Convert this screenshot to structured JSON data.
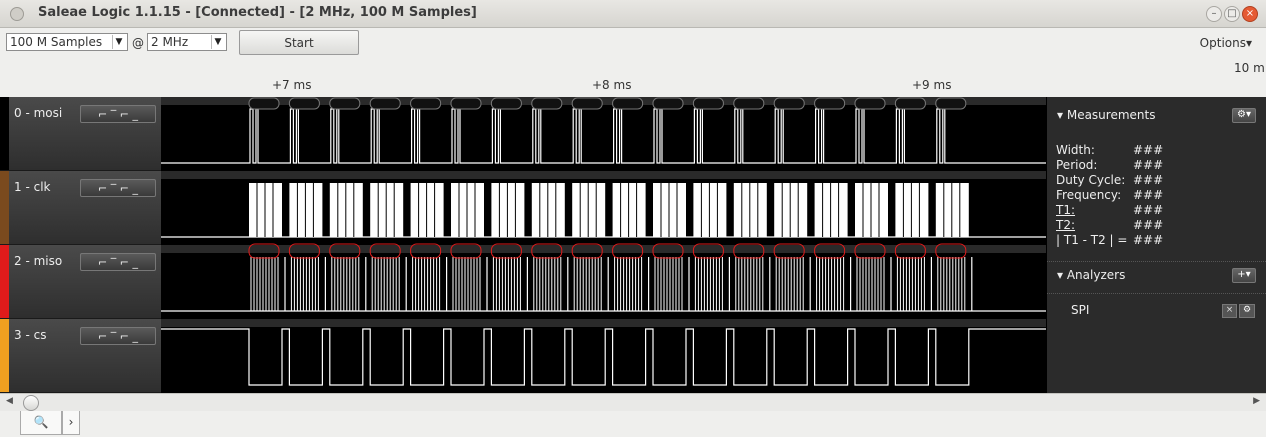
{
  "window": {
    "title": "Saleae Logic 1.1.15 - [Connected] - [2 MHz, 100 M Samples]",
    "buttons": [
      "–",
      "□",
      "×"
    ]
  },
  "toolbar": {
    "samples_value": "100 M Samples",
    "at": "@",
    "rate_value": "2 MHz",
    "start_label": "Start",
    "options_label": "Options▾"
  },
  "timescale": {
    "labels": [
      "+7 ms",
      "+8 ms",
      "+9 ms"
    ],
    "right_label": "10 m"
  },
  "channels": [
    {
      "name": "0 - mosi",
      "color": "#000000"
    },
    {
      "name": "1 - clk",
      "color": "#7a4a1e"
    },
    {
      "name": "2 - miso",
      "color": "#e01b1b"
    },
    {
      "name": "3 - cs",
      "color": "#f0a020"
    }
  ],
  "trigger_icon": "trigger-edge-icons",
  "measurements": {
    "header": "Measurements",
    "rows": [
      {
        "label": "Width:",
        "value": "###"
      },
      {
        "label": "Period:",
        "value": "###"
      },
      {
        "label": "Duty Cycle:",
        "value": "###"
      },
      {
        "label": "Frequency:",
        "value": "###"
      },
      {
        "label": "T1:",
        "value": "###"
      },
      {
        "label": "T2:",
        "value": "###"
      },
      {
        "label": "| T1 - T2 | =",
        "value": "###"
      }
    ]
  },
  "analyzers": {
    "header": "Analyzers",
    "items": [
      {
        "name": "SPI"
      }
    ]
  },
  "colors": {
    "accent_red": "#e01b1b",
    "wave": "#ffffff"
  }
}
